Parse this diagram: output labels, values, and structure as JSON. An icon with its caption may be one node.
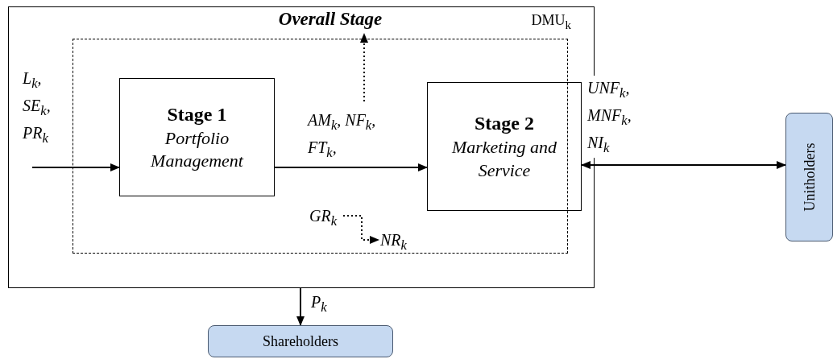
{
  "diagram": {
    "nodes": [
      {
        "text": [
          "DMU$_{k}$"
        ]
      },
      {
        "text": [],
        "shape": "box",
        "in": 0
      },
      {
        "text": [
          "Overall Stage"
        ],
        "in": 0
      },
      {
        "text": [
          "Stage 1",
          "Portfolio Management"
        ],
        "in": 1
      },
      {
        "text": [
          "Stage 2",
          "Marketing and Service"
        ],
        "in": 0
      },
      {
        "text": [
          "GR$_{k}$"
        ],
        "in": 1
      },
      {
        "text": [
          "NR$_{k}$"
        ],
        "in": 1
      },
      {
        "text": [
          "Unitholders"
        ]
      },
      {
        "text": [
          "Shareholders"
        ]
      }
    ],
    "edges": [
      {
        "from": null,
        "to": 3,
        "arrow": "to",
        "label": "L$_{k}$, SE$_{k}$, PR$_{k}$"
      },
      {
        "from": 3,
        "to": 4,
        "arrow": "to",
        "label": "AM$_{k}$, NF$_{k}$, FT$_{k}$,"
      },
      {
        "from": null,
        "to": 2,
        "arrow": "to",
        "style": "dashed"
      },
      {
        "from": 5,
        "to": 6,
        "arrow": "to",
        "style": "dashed"
      },
      {
        "from": 4,
        "to": 7,
        "arrow": "both",
        "label": "UNF$_{k}$, MNF$_{k}$, NI$_{k}$"
      },
      {
        "from": 0,
        "to": 8,
        "arrow": "to",
        "label": "P$_{k}$"
      }
    ]
  }
}
